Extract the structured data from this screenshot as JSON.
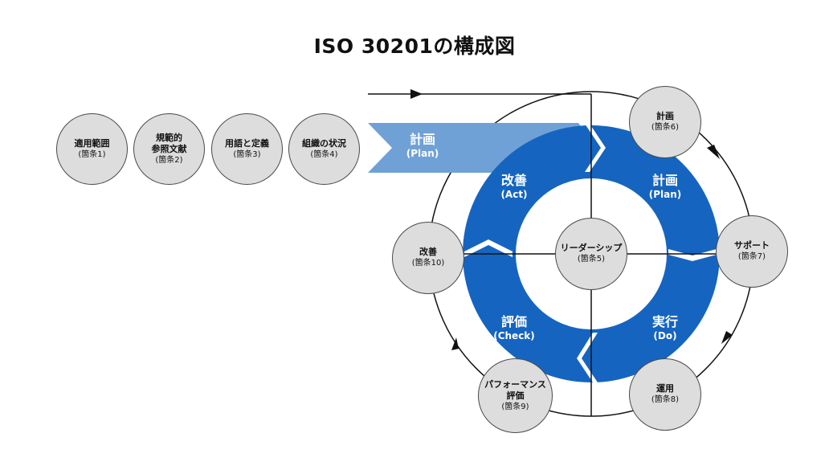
{
  "title": "ISO 30201の構成図",
  "chain": [
    {
      "line1": "適用範囲",
      "line2": "(箇条1)"
    },
    {
      "line1": "規範的",
      "line1b": "参照文献",
      "line2": "(箇条2)"
    },
    {
      "line1": "用語と定義",
      "line2": "(箇条3)"
    },
    {
      "line1": "組織の状況",
      "line2": "(箇条4)"
    }
  ],
  "arrow_label": {
    "main": "計画",
    "sub": "(Plan)"
  },
  "center": {
    "line1": "リーダーシップ",
    "line2": "(箇条5)"
  },
  "quadrants": {
    "act": {
      "main": "改善",
      "sub": "(Act)"
    },
    "plan": {
      "main": "計画",
      "sub": "(Plan)"
    },
    "check": {
      "main": "評価",
      "sub": "(Check)"
    },
    "do": {
      "main": "実行",
      "sub": "(Do)"
    }
  },
  "outer": {
    "plan": {
      "line1": "計画",
      "line2": "(箇条6)"
    },
    "support": {
      "line1": "サポート",
      "line2": "(箇条7)"
    },
    "operation": {
      "line1": "運用",
      "line2": "(箇条8)"
    },
    "evaluation": {
      "line1": "パフォーマンス",
      "line1b": "評価",
      "line2": "(箇条9)"
    },
    "improvement": {
      "line1": "改善",
      "line2": "(箇条10)"
    }
  },
  "colors": {
    "ring": "#1565c0",
    "arrow": "#6fa1d6",
    "node_fill": "#dddddd",
    "line": "#111111"
  }
}
